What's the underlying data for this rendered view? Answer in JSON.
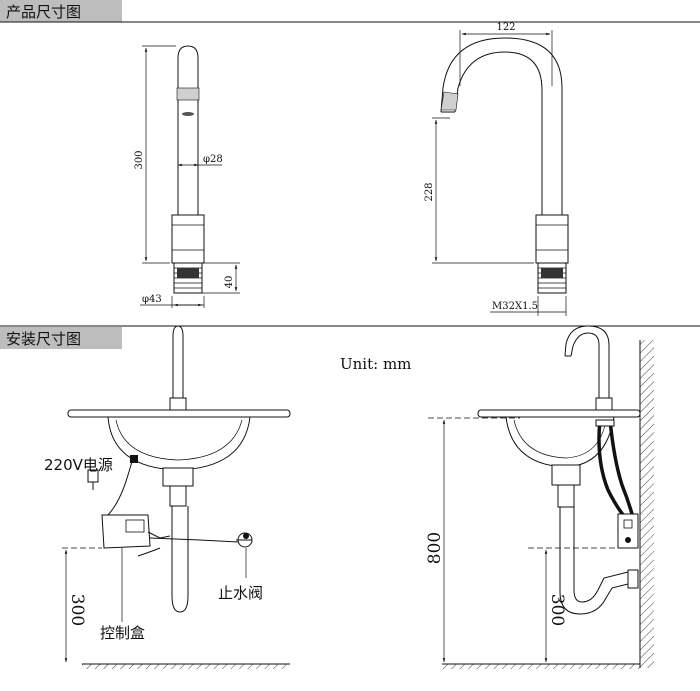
{
  "sections": {
    "product": {
      "title": "产品尺寸图"
    },
    "install": {
      "title": "安装尺寸图"
    }
  },
  "dimensions": {
    "front_height": "300",
    "pipe_diameter": "φ28",
    "base_height": "40",
    "base_diameter": "φ43",
    "reach": "122",
    "side_height": "228",
    "thread": "M32X1.5",
    "mount_height": "800",
    "left_box_height": "300",
    "right_box_height": "300"
  },
  "unit": "Unit: mm",
  "labels": {
    "power": "220V电源",
    "stop_valve": "止水阀",
    "control_box": "控制盒"
  }
}
